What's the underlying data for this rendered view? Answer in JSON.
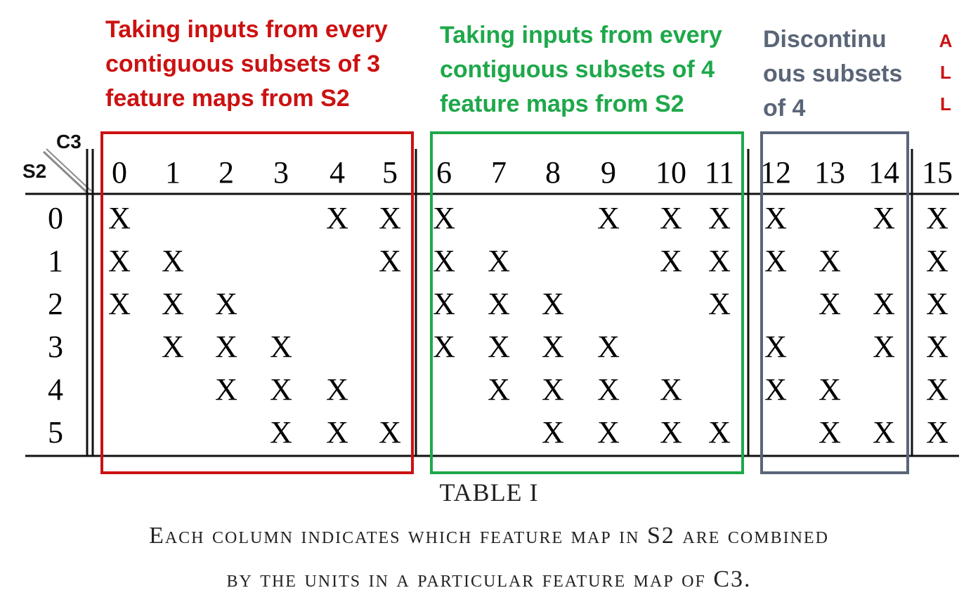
{
  "annotations": {
    "group1": [
      "Taking inputs from every",
      "contiguous subsets of 3",
      "feature maps from S2"
    ],
    "group2": [
      "Taking inputs from every",
      "contiguous subsets of 4",
      "feature maps from S2"
    ],
    "group3": [
      "Discontinu",
      "ous subsets",
      "of 4"
    ],
    "group4": [
      "A",
      "L",
      "L"
    ]
  },
  "colors": {
    "red": "#cc1111",
    "green": "#1ea84a",
    "slate": "#5a6578",
    "black": "#111111"
  },
  "table": {
    "corner_col": "C3",
    "corner_row": "S2",
    "columns": [
      "0",
      "1",
      "2",
      "3",
      "4",
      "5",
      "6",
      "7",
      "8",
      "9",
      "10",
      "11",
      "12",
      "13",
      "14",
      "15"
    ],
    "rows": [
      "0",
      "1",
      "2",
      "3",
      "4",
      "5"
    ],
    "mark": "X",
    "connections": [
      [
        "X",
        "",
        "",
        "",
        "X",
        "X",
        "X",
        "",
        "",
        "X",
        "X",
        "X",
        "X",
        "",
        "X",
        "X"
      ],
      [
        "X",
        "X",
        "",
        "",
        "",
        "X",
        "X",
        "X",
        "",
        "",
        "X",
        "X",
        "X",
        "X",
        "",
        "X"
      ],
      [
        "X",
        "X",
        "X",
        "",
        "",
        "",
        "X",
        "X",
        "X",
        "",
        "",
        "X",
        "",
        "X",
        "X",
        "X"
      ],
      [
        "",
        "X",
        "X",
        "X",
        "",
        "",
        "X",
        "X",
        "X",
        "X",
        "",
        "",
        "X",
        "",
        "X",
        "X"
      ],
      [
        "",
        "",
        "X",
        "X",
        "X",
        "",
        "",
        "X",
        "X",
        "X",
        "X",
        "",
        "X",
        "X",
        "",
        "X"
      ],
      [
        "",
        "",
        "",
        "X",
        "X",
        "X",
        "",
        "",
        "X",
        "X",
        "X",
        "X",
        "",
        "X",
        "X",
        "X"
      ]
    ]
  },
  "caption": {
    "label": "TABLE I",
    "line1": "Each column indicates which feature map in S2 are combined",
    "line2": "by the units in a particular feature map of C3."
  }
}
